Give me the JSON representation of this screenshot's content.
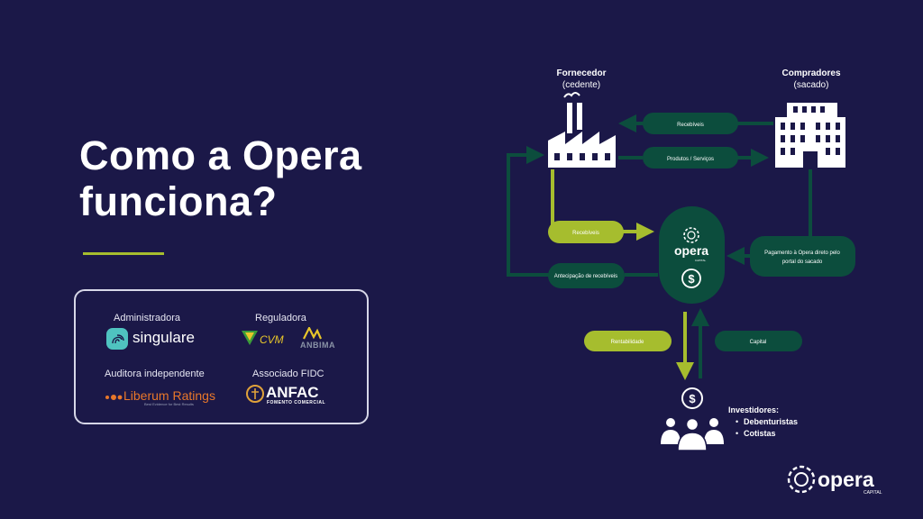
{
  "heading": {
    "title": "Como a Opera\nfunciona?"
  },
  "partners": {
    "administradora": {
      "label": "Administradora",
      "logo_text": "singulare"
    },
    "reguladora": {
      "label": "Reguladora",
      "logo_text_1": "CVM",
      "logo_text_2": "ANBIMA"
    },
    "auditora": {
      "label": "Auditora independente",
      "logo_text": "Liberum Ratings",
      "tagline": "Best Evidence for Best Results"
    },
    "associado": {
      "label": "Associado FIDC",
      "logo_text": "ANFAC",
      "logo_sub": "FOMENTO COMERCIAL"
    }
  },
  "diagram": {
    "fornecedor": {
      "title": "Fornecedor",
      "subtitle": "(cedente)"
    },
    "compradores": {
      "title": "Compradores",
      "subtitle": "(sacado)"
    },
    "pills": {
      "recebiveis_top": "Recebíveis",
      "produtos": "Produtos / Serviços",
      "recebiveis_left": "Recebíveis",
      "antecipacao": "Antecipação de recebíveis",
      "pagamento_1": "Pagamento à Opera direto pelo",
      "pagamento_2": "portal do sacado",
      "rentabilidade": "Rentabilidade",
      "capital": "Capital"
    },
    "opera_center": {
      "brand": "opera",
      "sub": "CAPITAL"
    },
    "investidores": {
      "title": "Investidores:",
      "items": [
        "Debenturistas",
        "Cotistas"
      ]
    }
  },
  "footer_logo": {
    "brand": "opera",
    "sub": "CAPITAL"
  },
  "colors": {
    "background": "#1b1848",
    "dark_green": "#0c4d3d",
    "lime": "#a6bd2e",
    "white": "#ffffff"
  }
}
